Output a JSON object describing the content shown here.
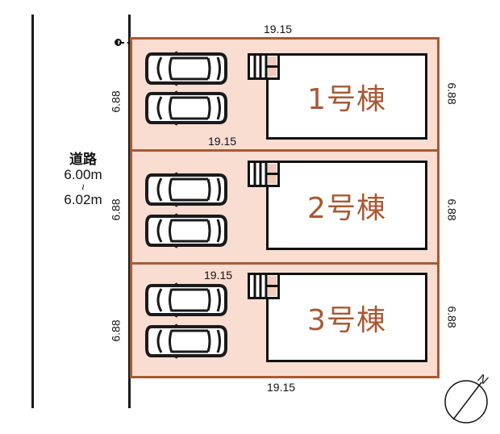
{
  "road": {
    "label": "道路",
    "width_min": "6.00m",
    "range_sep": "~",
    "width_max": "6.02m"
  },
  "lots": [
    {
      "building_label": "1号棟",
      "width_top": "19.15",
      "width_inner": "19.15",
      "depth_left": "6.88",
      "depth_right": "6.88",
      "parking_spaces": 2
    },
    {
      "building_label": "2号棟",
      "width_inner": "",
      "depth_left": "6.88",
      "depth_right": "6.88",
      "parking_spaces": 2
    },
    {
      "building_label": "3号棟",
      "width_inner": "19.15",
      "width_bottom": "19.15",
      "depth_left": "6.88",
      "depth_right": "6.88",
      "parking_spaces": 2
    }
  ],
  "compass": {
    "label": "N",
    "icon": "north-arrow-icon"
  },
  "colors": {
    "lot_fill": "#f8ddd0",
    "lot_border": "#a65a35",
    "building_label": "#a65a35",
    "line": "#111111"
  }
}
